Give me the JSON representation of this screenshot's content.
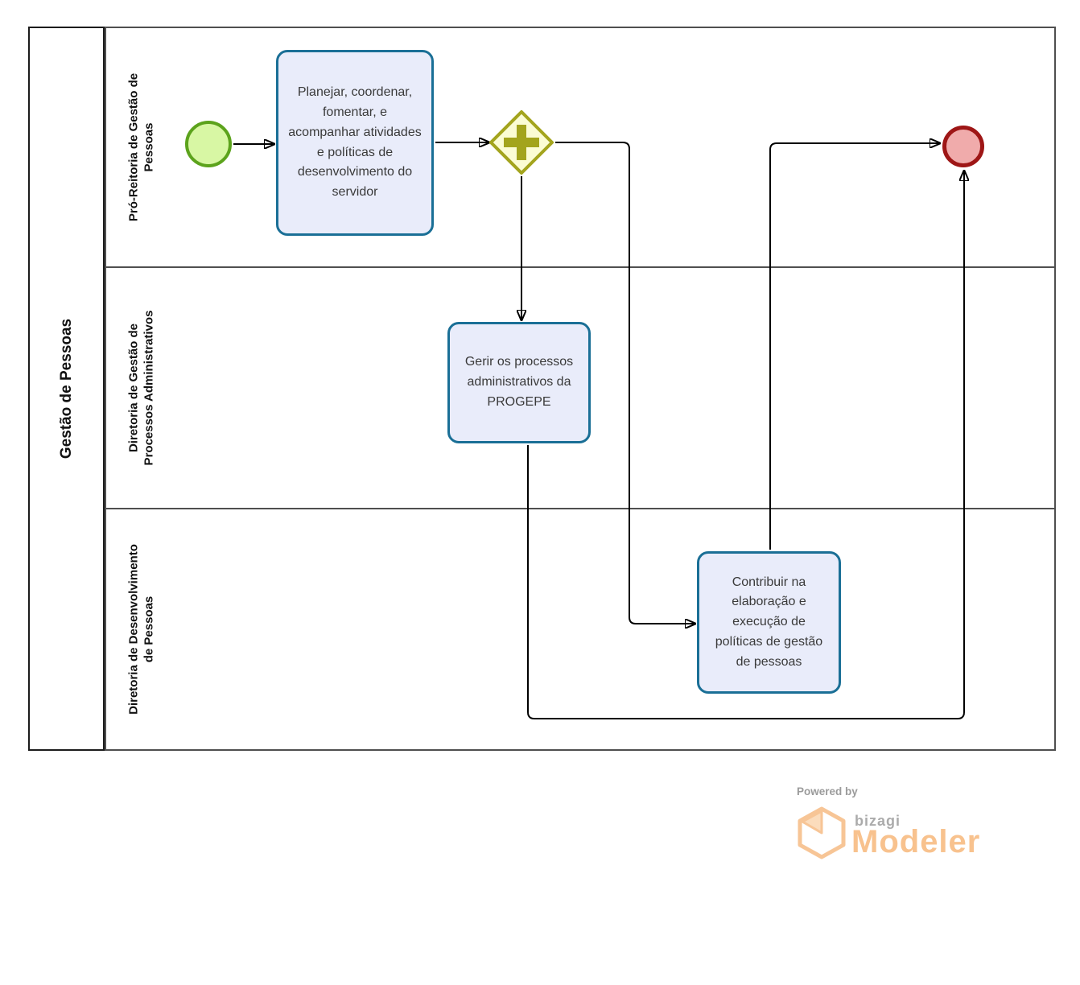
{
  "pool": {
    "title": "Gestão de Pessoas",
    "lanes": [
      {
        "label": "Pró-Reitoria de Gestão de Pessoas"
      },
      {
        "label": "Diretoria de Gestão de Processos Administrativos"
      },
      {
        "label": "Diretoria de Desenvolvimento de Pessoas"
      }
    ]
  },
  "nodes": {
    "start_event": {
      "type": "start-event"
    },
    "task_planejar": {
      "label": "Planejar, coordenar, fomentar, e acompanhar atividades e políticas de desenvolvimento do servidor"
    },
    "gateway_parallel": {
      "type": "parallel-gateway"
    },
    "task_gerir": {
      "label": "Gerir os processos administrativos da PROGEPE"
    },
    "task_contribuir": {
      "label": "Contribuir na elaboração e execução de políticas de gestão de pessoas"
    },
    "end_event": {
      "type": "end-event"
    }
  },
  "colors": {
    "task_fill": "#e9ecfa",
    "task_border": "#1a6f96",
    "start_fill": "#d8f7a4",
    "start_border": "#5ca31c",
    "end_fill": "#f0abab",
    "end_border": "#9e1616",
    "gateway_fill": "#fbfcd4",
    "gateway_border": "#a3a41d",
    "lane_border": "#4f4f4f",
    "pool_border": "#1c1c1c",
    "flow_line": "#000000",
    "logo_orange": "#f8c28e",
    "logo_gray": "#9b9b9b"
  },
  "logo": {
    "powered_by": "Powered by",
    "brand": "bizagi",
    "product": "Modeler"
  }
}
